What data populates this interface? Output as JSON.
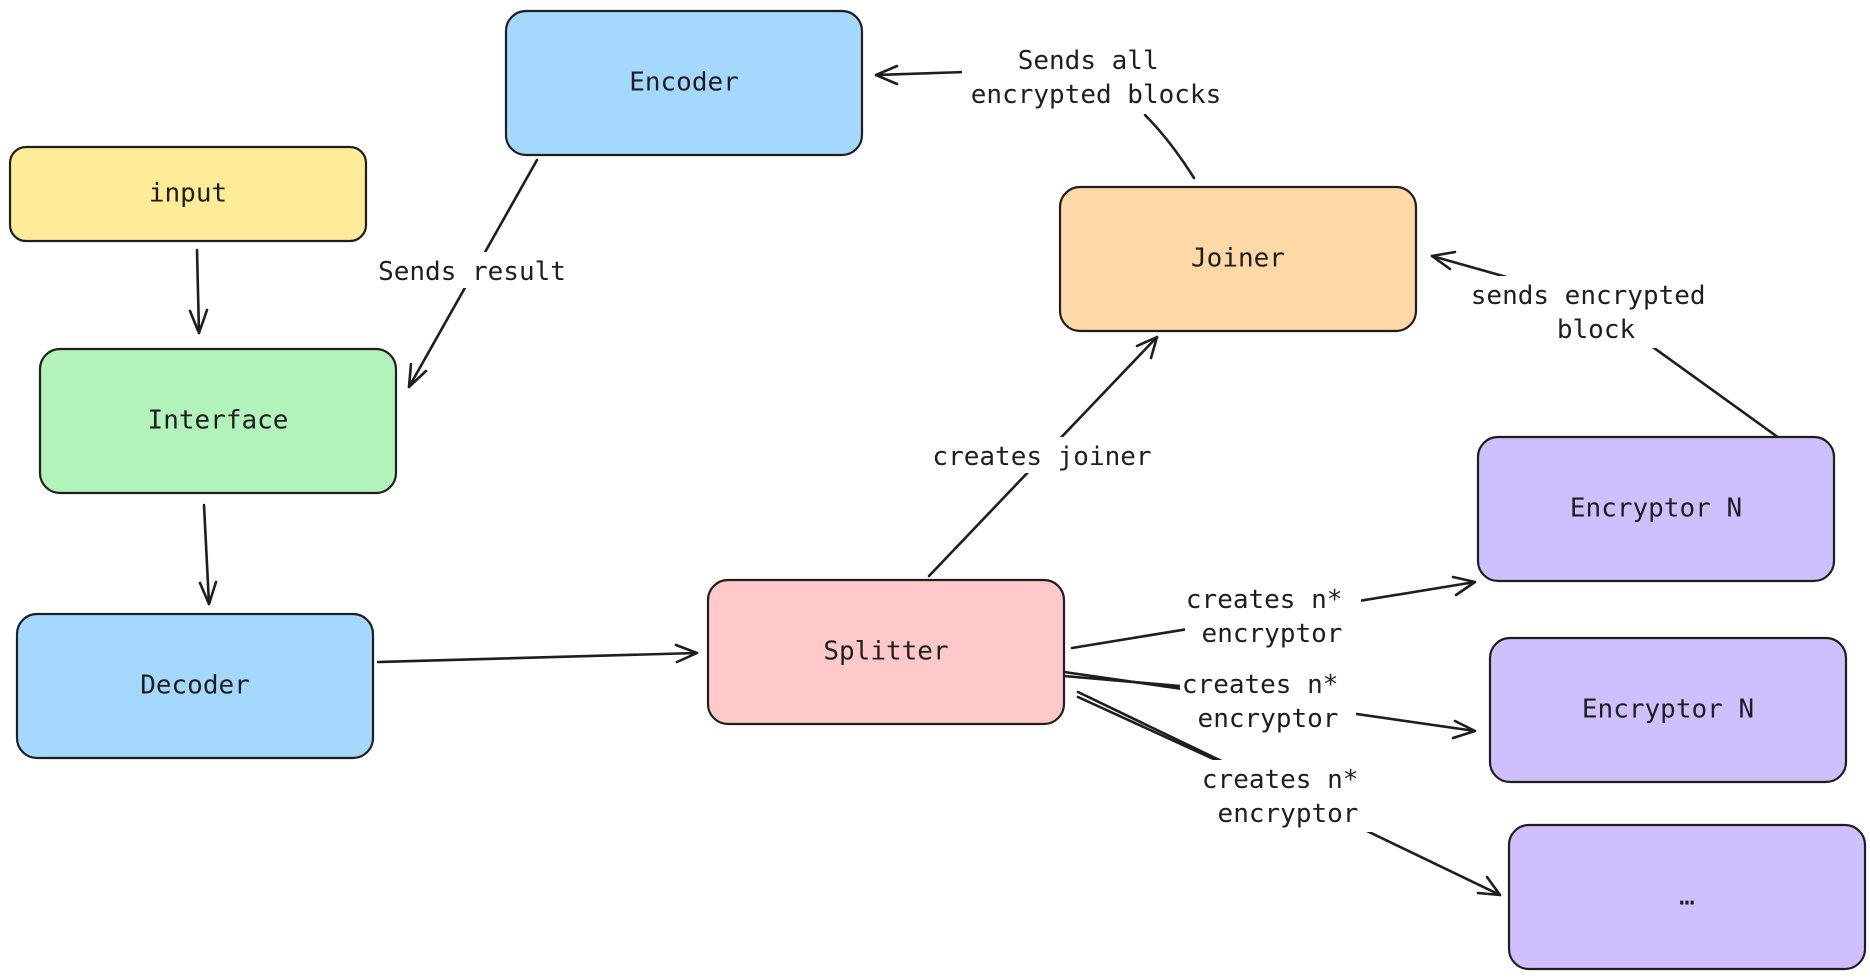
{
  "colors": {
    "stroke": "#1e1e1e",
    "yellow": "#ffec99",
    "green": "#b2f2bb",
    "blue": "#a5d8ff",
    "orange": "#ffd8a8",
    "red": "#ffc9c9",
    "violet": "#d0bfff"
  },
  "nodes": {
    "input": {
      "label": "input",
      "color": "yellow"
    },
    "interface": {
      "label": "Interface",
      "color": "green"
    },
    "decoder": {
      "label": "Decoder",
      "color": "blue"
    },
    "encoder": {
      "label": "Encoder",
      "color": "blue"
    },
    "splitter": {
      "label": "Splitter",
      "color": "red"
    },
    "joiner": {
      "label": "Joiner",
      "color": "orange"
    },
    "encryptor_1": {
      "label": "Encryptor N",
      "color": "violet"
    },
    "encryptor_2": {
      "label": "Encryptor N",
      "color": "violet"
    },
    "encryptor_more": {
      "label": "…",
      "color": "violet"
    }
  },
  "edges": {
    "input_to_interface": {
      "from": "input",
      "to": "interface",
      "label": []
    },
    "interface_to_decoder": {
      "from": "interface",
      "to": "decoder",
      "label": []
    },
    "decoder_to_splitter": {
      "from": "decoder",
      "to": "splitter",
      "label": []
    },
    "encoder_to_interface": {
      "from": "encoder",
      "to": "interface",
      "label": [
        "Sends result"
      ]
    },
    "joiner_to_encoder": {
      "from": "joiner",
      "to": "encoder",
      "label": [
        "Sends all",
        "encrypted blocks"
      ]
    },
    "encryptor_to_joiner": {
      "from": "encryptor_1",
      "to": "joiner",
      "label": [
        "sends encrypted",
        "block"
      ]
    },
    "splitter_to_joiner": {
      "from": "splitter",
      "to": "joiner",
      "label": [
        "creates joiner"
      ]
    },
    "splitter_to_encryptor_1": {
      "from": "splitter",
      "to": "encryptor_1",
      "label": [
        "creates n*",
        "encryptor"
      ]
    },
    "splitter_to_encryptor_2": {
      "from": "splitter",
      "to": "encryptor_2",
      "label": [
        "creates n*",
        "encryptor"
      ]
    },
    "splitter_to_encryptor_more": {
      "from": "splitter",
      "to": "encryptor_more",
      "label": [
        "creates n*",
        "encryptor"
      ]
    }
  }
}
